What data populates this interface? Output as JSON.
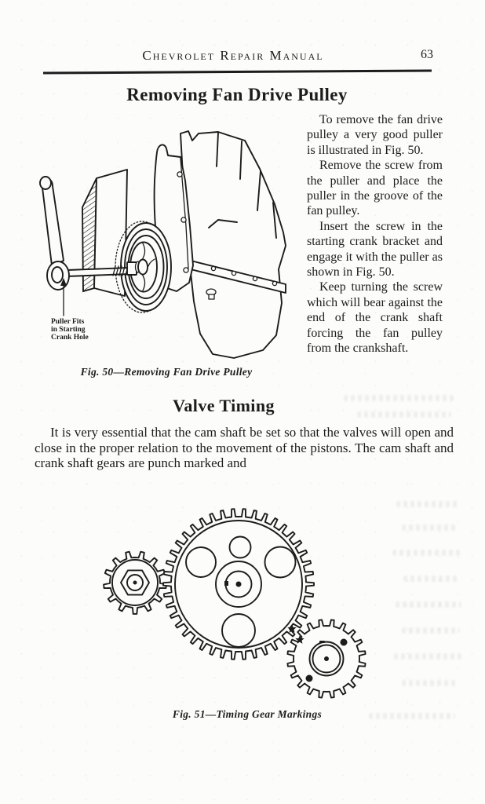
{
  "header": {
    "title": "Chevrolet Repair Manual",
    "page_number": "63"
  },
  "section_pulley": {
    "title": "Removing Fan Drive Pulley",
    "paragraphs": [
      "To remove the fan drive pulley a very good puller is illustrated in Fig. 50.",
      "Remove the screw from the puller and place the puller in the groove of the fan pulley.",
      "Insert the screw in the starting crank bracket and engage it with the puller as shown in Fig. 50.",
      "Keep turning the screw which will bear against the end of the crank shaft forcing the fan pulley from the crankshaft."
    ],
    "figure50": {
      "label_lines": [
        "Puller Fits",
        "in Starting",
        "Crank Hole"
      ],
      "caption": "Fig. 50—Removing Fan Drive Pulley"
    }
  },
  "section_valve": {
    "title": "Valve Timing",
    "paragraph": "It is very essential that the cam shaft be set so that the valves will open and close in the proper relation to the movement of the pistons.  The cam shaft and crank shaft gears are punch marked and",
    "figure51": {
      "caption": "Fig. 51—Timing Gear Markings"
    }
  },
  "colors": {
    "ink": "#1c1c1c",
    "paper": "#fcfcfb"
  }
}
